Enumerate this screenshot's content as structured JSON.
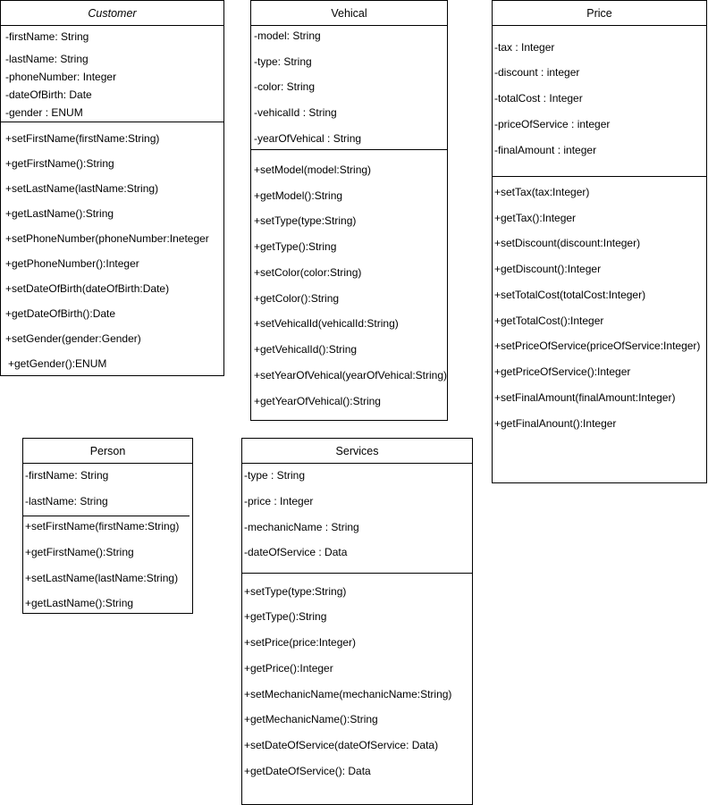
{
  "classes": {
    "customer": {
      "name": "Customer",
      "attributes": [
        "-firstName: String",
        "-lastName: String",
        "-phoneNumber: Integer",
        "-dateOfBirth: Date",
        "-gender : ENUM"
      ],
      "methods": [
        "+setFirstName(firstName:String)",
        "+getFirstName():String",
        "+setLastName(lastName:String)",
        "+getLastName():String",
        "+setPhoneNumber(phoneNumber:Ineteger",
        "+getPhoneNumber():Integer",
        "+setDateOfBirth(dateOfBirth:Date)",
        "+getDateOfBirth():Date",
        "+setGender(gender:Gender)",
        "+getGender():ENUM"
      ]
    },
    "vehical": {
      "name": "Vehical",
      "attributes": [
        "-model: String",
        "-type: String",
        "-color: String",
        "-vehicalId : String",
        "-yearOfVehical : String"
      ],
      "methods": [
        "+setModel(model:String)",
        "+getModel():String",
        "+setType(type:String)",
        "+getType():String",
        "+setColor(color:String)",
        "+getColor():String",
        "+setVehicalId(vehicalId:String)",
        "+getVehicalId():String",
        "+setYearOfVehical(yearOfVehical:String)",
        "+getYearOfVehical():String"
      ]
    },
    "price": {
      "name": "Price",
      "attributes": [
        "-tax : Integer",
        "-discount : integer",
        "-totalCost : Integer",
        "-priceOfService : integer",
        "-finalAmount : integer"
      ],
      "methods": [
        "+setTax(tax:Integer)",
        "+getTax():Integer",
        "+setDiscount(discount:Integer)",
        "+getDiscount():Integer",
        "+setTotalCost(totalCost:Integer)",
        "+getTotalCost():Integer",
        "+setPriceOfService(priceOfService:Integer)",
        "+getPriceOfService():Integer",
        "+setFinalAmount(finalAmount:Integer)",
        "+getFinalAnount():Integer"
      ]
    },
    "person": {
      "name": "Person",
      "attributes": [
        "-firstName: String",
        "-lastName: String"
      ],
      "methods": [
        "+setFirstName(firstName:String)",
        "+getFirstName():String",
        "+setLastName(lastName:String)",
        "+getLastName():String"
      ]
    },
    "services": {
      "name": "Services",
      "attributes": [
        "-type : String",
        "-price : Integer",
        "-mechanicName : String",
        "-dateOfService : Data"
      ],
      "methods": [
        "+setType(type:String)",
        "+getType():String",
        "+setPrice(price:Integer)",
        "+getPrice():Integer",
        "+setMechanicName(mechanicName:String)",
        "+getMechanicName():String",
        "+setDateOfService(dateOfService: Data)",
        "+getDateOfService(): Data"
      ]
    }
  }
}
